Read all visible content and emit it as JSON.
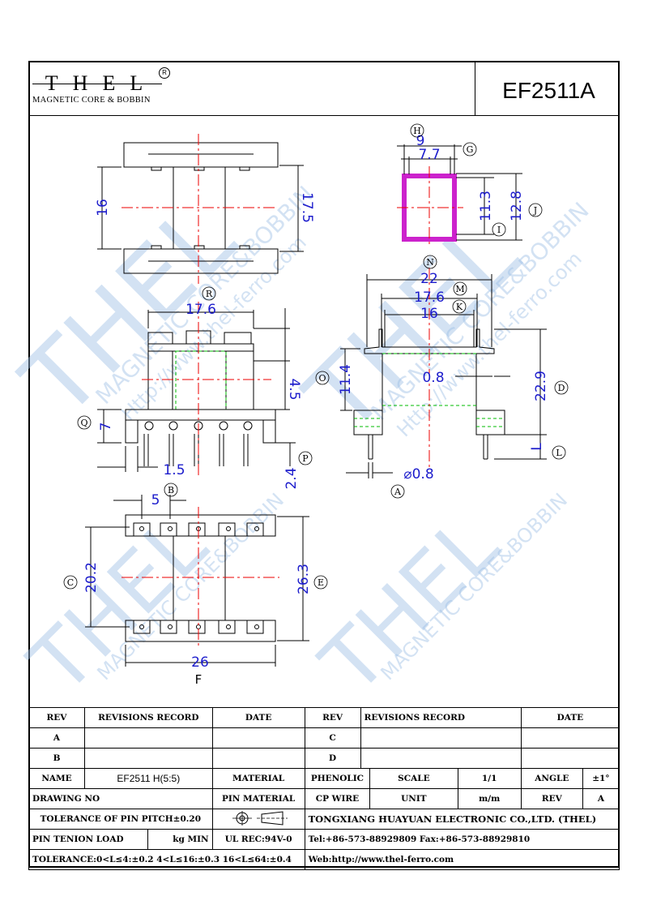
{
  "header": {
    "logo_text": "THEL",
    "logo_subtitle": "MAGNETIC CORE & BOBBIN",
    "registered_mark": "R",
    "part_number": "EF2511A"
  },
  "drawing": {
    "dimensions": {
      "top_width": "9",
      "top_inner": "7.7",
      "top_h1": "11.3",
      "top_h2": "12.8",
      "side_16": "16",
      "side_17_5": "17.5",
      "front_17_6": "17.6",
      "front_4_5": "4.5",
      "front_7": "7",
      "front_1_5": "1.5",
      "front_2_4": "2.4",
      "right_22": "22",
      "right_17_6": "17.6",
      "right_16": "16",
      "right_11_4": "11.4",
      "right_0_8": "0.8",
      "right_22_9": "22.9",
      "right_L": "L",
      "right_pin": "⌀0.8",
      "bottom_5": "5",
      "bottom_20_2": "20.2",
      "bottom_26_3": "26.3",
      "bottom_26": "26",
      "bottom_F": "F"
    },
    "callouts": [
      "H",
      "G",
      "I",
      "J",
      "N",
      "M",
      "K",
      "O",
      "D",
      "L",
      "A",
      "R",
      "Q",
      "P",
      "B",
      "C",
      "E"
    ],
    "watermark_lines": [
      "THEL",
      "MAGNETIC CORE&BOBBIN",
      "Http://www.thel-ferro.com"
    ]
  },
  "title_block": {
    "rev": "REV",
    "revisions_record": "REVISIONS RECORD",
    "date": "DATE",
    "rev_a": "A",
    "rev_b": "B",
    "rev_c": "C",
    "rev_d": "D",
    "name_label": "NAME",
    "name_value": "EF2511 H(5:5)",
    "material_label": "MATERIAL",
    "material_value": "PHENOLIC",
    "scale_label": "SCALE",
    "scale_value": "1/1",
    "angle_label": "ANGLE",
    "angle_value": "±1°",
    "drawing_no_label": "DRAWING NO",
    "pin_material_label": "PIN MATERIAL",
    "pin_material_value": "CP WIRE",
    "unit_label": "UNIT",
    "unit_value": "m/m",
    "rev_label": "REV",
    "rev_value": "A",
    "tol_pin_pitch": "TOLERANCE OF PIN PITCH±0.20",
    "company": "TONGXIANG HUAYUAN ELECTRONIC CO.,LTD.  (THEL)",
    "pin_tension": "PIN TENION LOAD",
    "kg_min": "kg MIN",
    "ul_rec": "UL REC:94V-0",
    "tel": "Tel:+86-573-88929809 Fax:+86-573-88929810",
    "tolerance": "TOLERANCE:0<L≤4:±0.2  4<L≤16:±0.3  16<L≤64:±0.4",
    "web": "Web:http://www.thel-ferro.com"
  }
}
